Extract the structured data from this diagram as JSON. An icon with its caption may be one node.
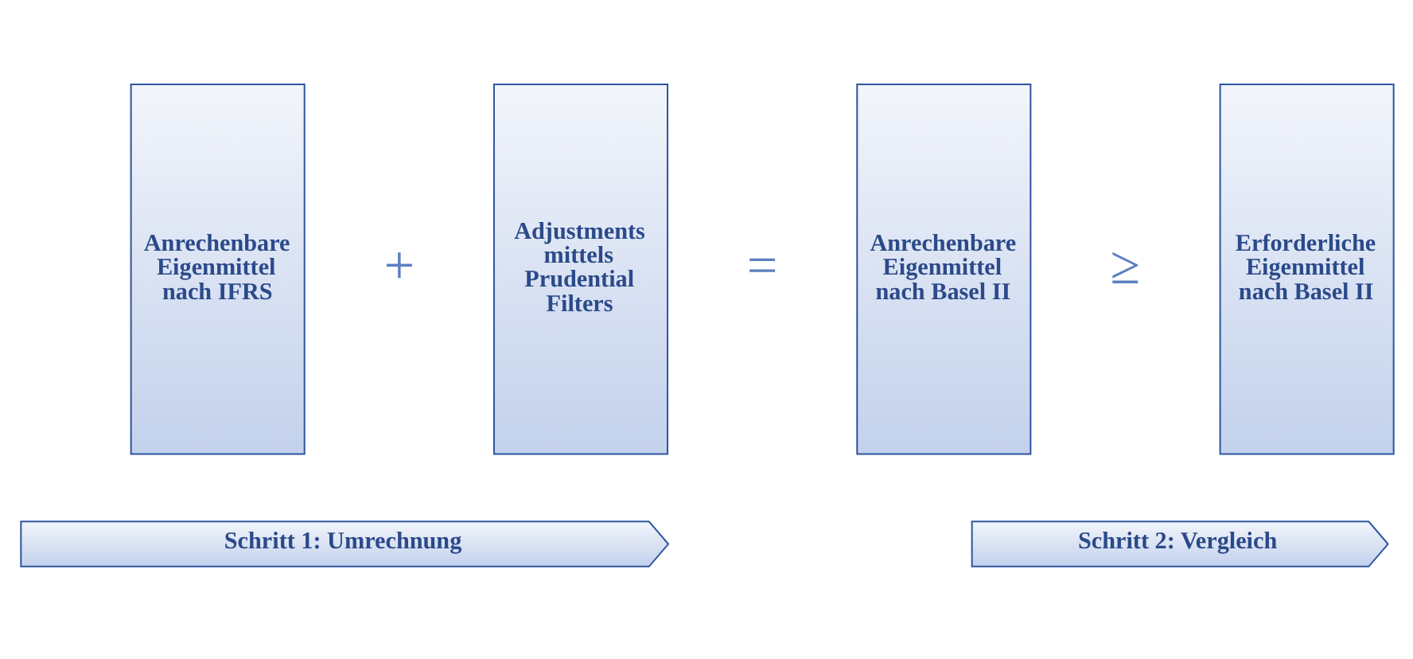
{
  "diagram": {
    "nodes": [
      {
        "text": [
          "Anrechenbare Eigenmittel nach IFRS"
        ]
      },
      {
        "text": [
          "Adjustments mittels Prudential Filters"
        ]
      },
      {
        "text": [
          "Anrechenbare Eigenmittel nach Basel II"
        ]
      },
      {
        "text": [
          "Erforderliche Eigenmittel nach Basel II"
        ]
      },
      {
        "text": [
          "Schritt 1: Umrechnung"
        ]
      },
      {
        "text": [
          "Schritt 2: Vergleich"
        ]
      }
    ],
    "edges": [],
    "labels": [
      "+",
      "=",
      "≥"
    ]
  }
}
